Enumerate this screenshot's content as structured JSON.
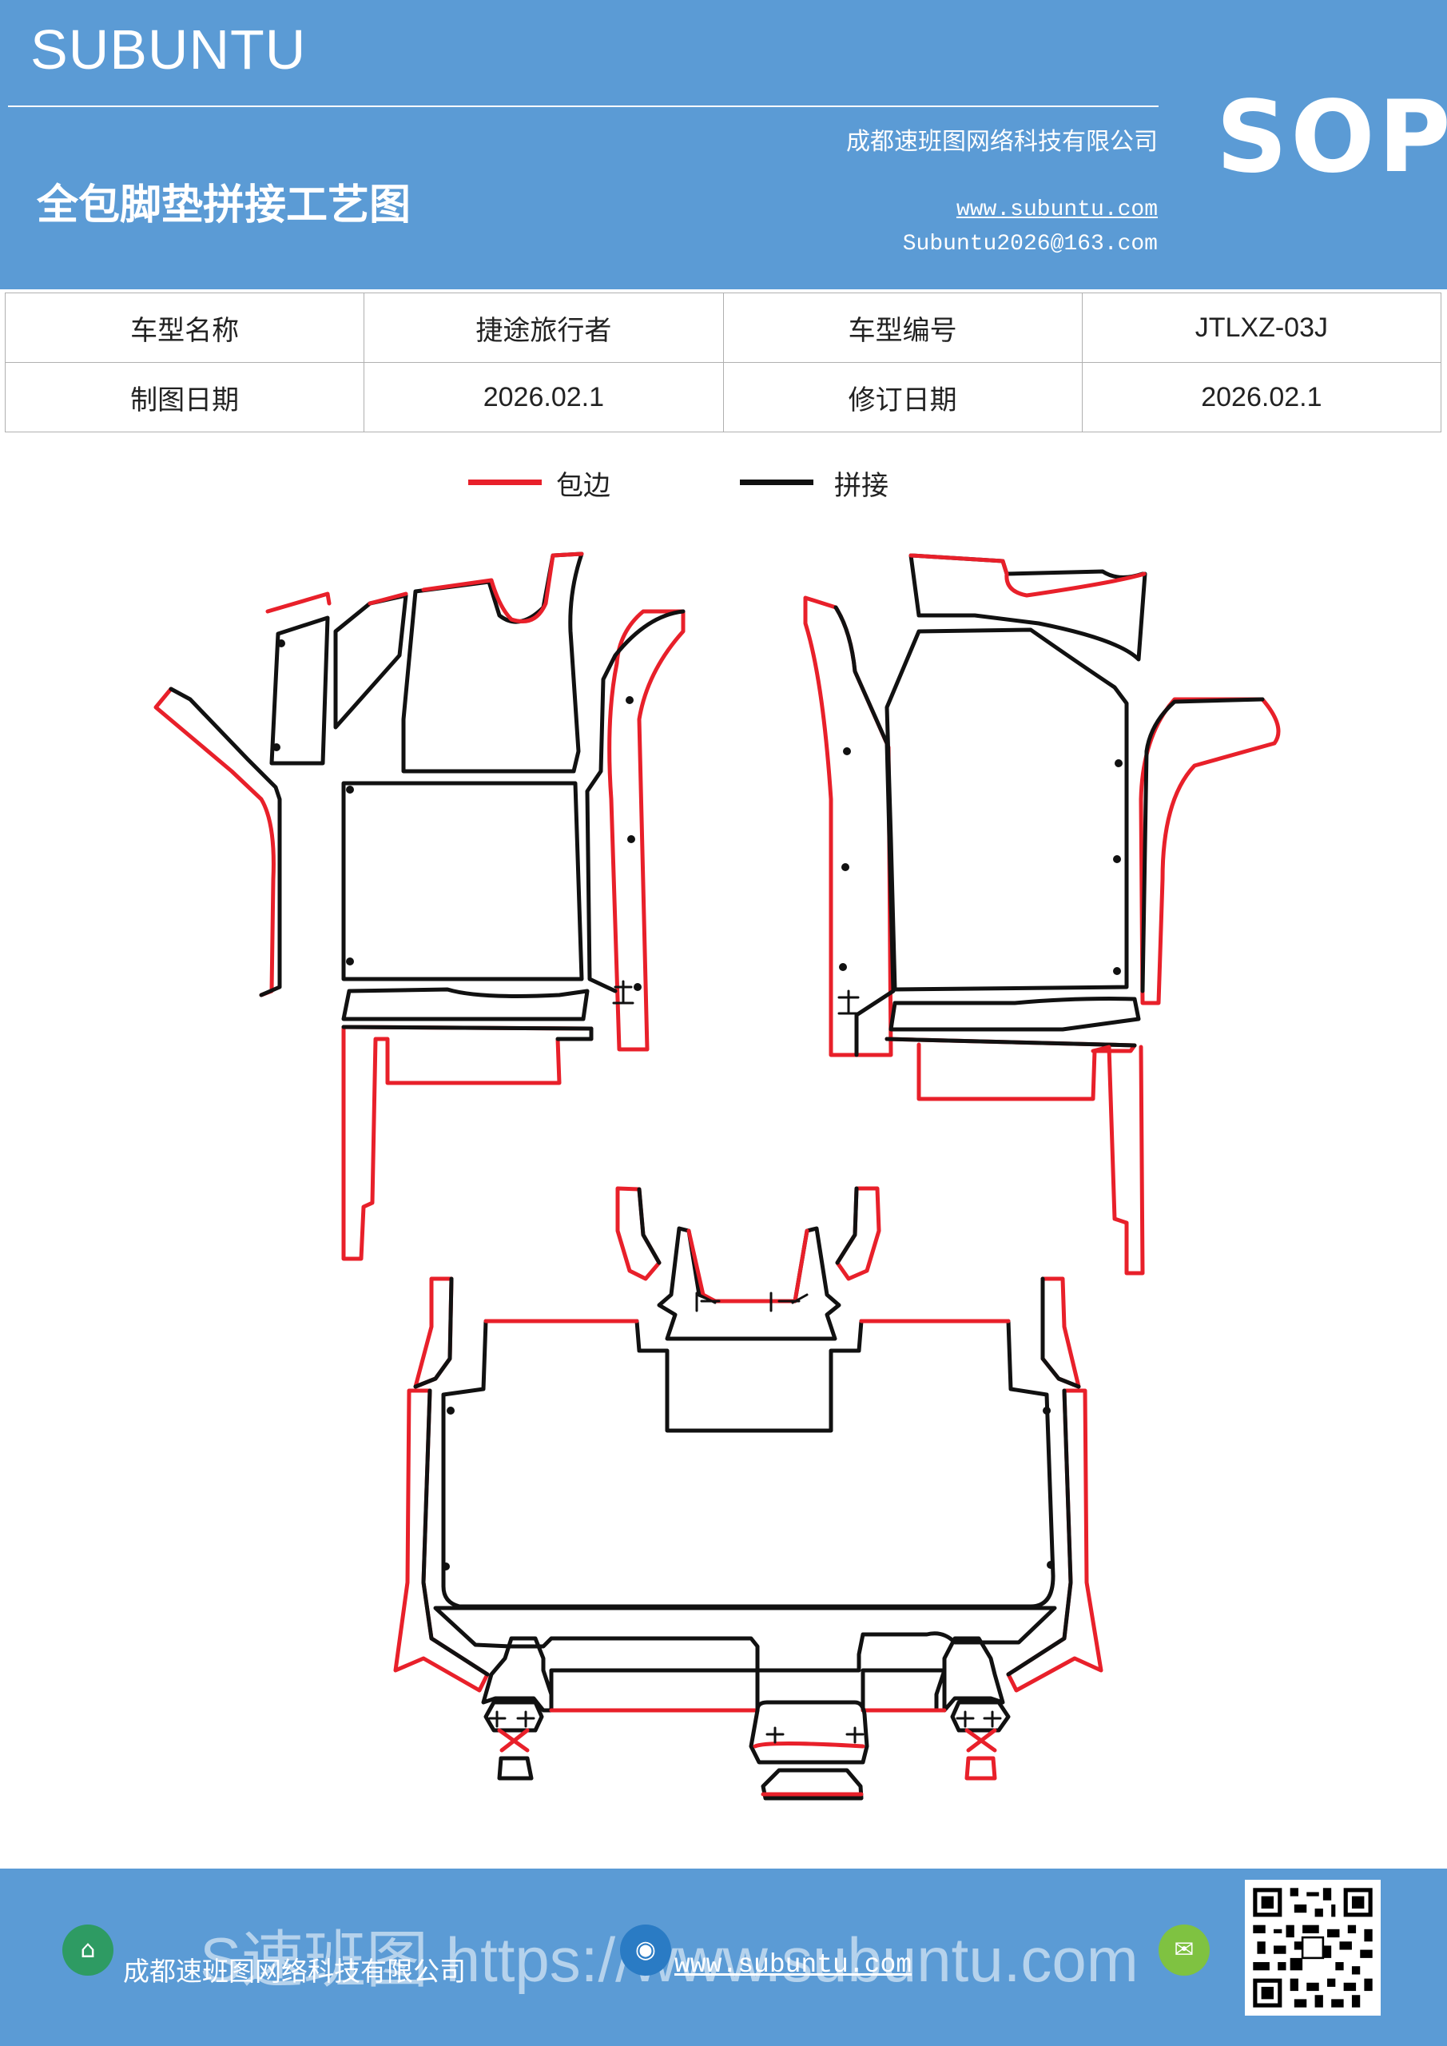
{
  "header": {
    "brand": "SUBUNTU",
    "title": "全包脚垫拼接工艺图",
    "company": "成都速班图网络科技有限公司",
    "website": "www.subuntu.com",
    "email": "Subuntu2026@163.com",
    "badge": "SOP"
  },
  "info_table": {
    "rows": [
      [
        "车型名称",
        "捷途旅行者",
        "车型编号",
        "JTLXZ-03J"
      ],
      [
        "制图日期",
        "2026.02.1",
        "修订日期",
        "2026.02.1"
      ]
    ]
  },
  "legend": {
    "items": [
      {
        "label": "包边",
        "color": "#e8202a"
      },
      {
        "label": "拼接",
        "color": "#111111"
      }
    ]
  },
  "colors": {
    "header_bg": "#5b9bd5",
    "edge_binding": "#e8202a",
    "seam": "#111111"
  },
  "footer": {
    "company": "成都速班图网络科技有限公司",
    "website": "www.subuntu.com",
    "watermark": "S速班图 https://www.subuntu.com",
    "icons": [
      "building-icon",
      "globe-icon",
      "wechat-icon"
    ]
  }
}
